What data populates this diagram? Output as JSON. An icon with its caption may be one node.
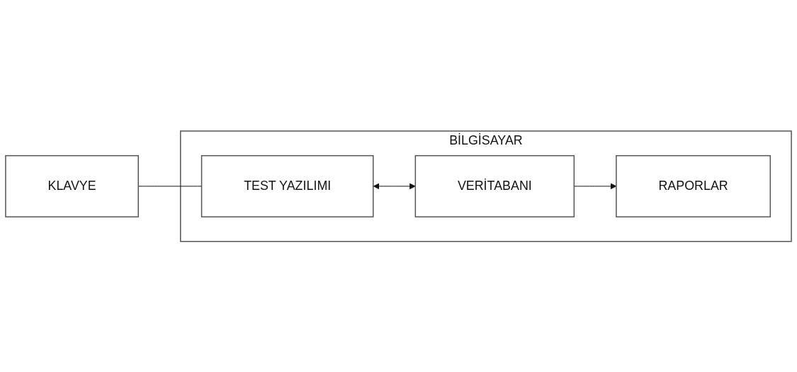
{
  "diagram": {
    "nodes": [
      {
        "text": [
          "KLAVYE"
        ]
      },
      {
        "text": [
          "BİLGİSAYAR"
        ]
      },
      {
        "text": [
          "TEST YAZILIMI"
        ],
        "in": 1
      },
      {
        "text": [
          "VERİTABANI"
        ],
        "in": 1
      },
      {
        "text": [
          "RAPORLAR"
        ],
        "in": 1
      }
    ],
    "edges": [
      {
        "from": 0,
        "to": 2,
        "arrow": "none"
      },
      {
        "from": 2,
        "to": 3,
        "arrow": "both"
      },
      {
        "from": 3,
        "to": 4,
        "arrow": "to"
      }
    ]
  }
}
